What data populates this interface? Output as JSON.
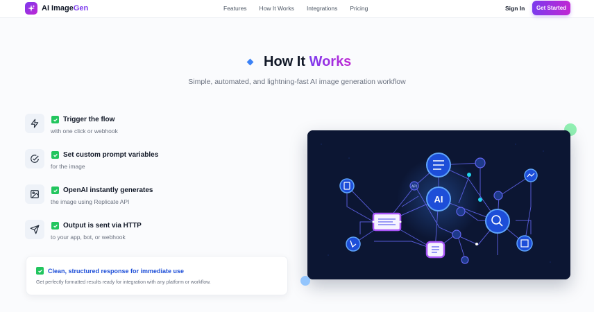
{
  "nav": {
    "brand": {
      "prefix": "AI Image",
      "accent": "Gen"
    },
    "links": [
      "Features",
      "How It Works",
      "Integrations",
      "Pricing"
    ],
    "signin": "Sign In",
    "cta": "Get Started"
  },
  "hero": {
    "heading_main": "How It ",
    "heading_accent": "Works",
    "subtitle": "Simple, automated, and lightning-fast AI image generation workflow"
  },
  "steps": [
    {
      "icon": "lightning-icon",
      "title": "Trigger the flow",
      "desc": "with one click or webhook"
    },
    {
      "icon": "check-circle-icon",
      "title": "Set custom prompt variables",
      "desc": "for the image"
    },
    {
      "icon": "image-icon",
      "title": "OpenAI instantly generates",
      "desc": "the image using Replicate API"
    },
    {
      "icon": "send-icon",
      "title": "Output is sent via HTTP",
      "desc": "to your app, bot, or webhook"
    }
  ],
  "callout": {
    "title": "Clean, structured response for immediate use",
    "desc": "Get perfectly formatted results ready for integration with any platform or workflow."
  },
  "diagram": {
    "center_label": "AI",
    "small_label": "API"
  },
  "colors": {
    "accent_purple": "#7c3aed",
    "accent_magenta": "#c026d3",
    "check_green": "#22c55e",
    "panel_bg": "#0c1633",
    "node_blue": "#2563eb"
  }
}
